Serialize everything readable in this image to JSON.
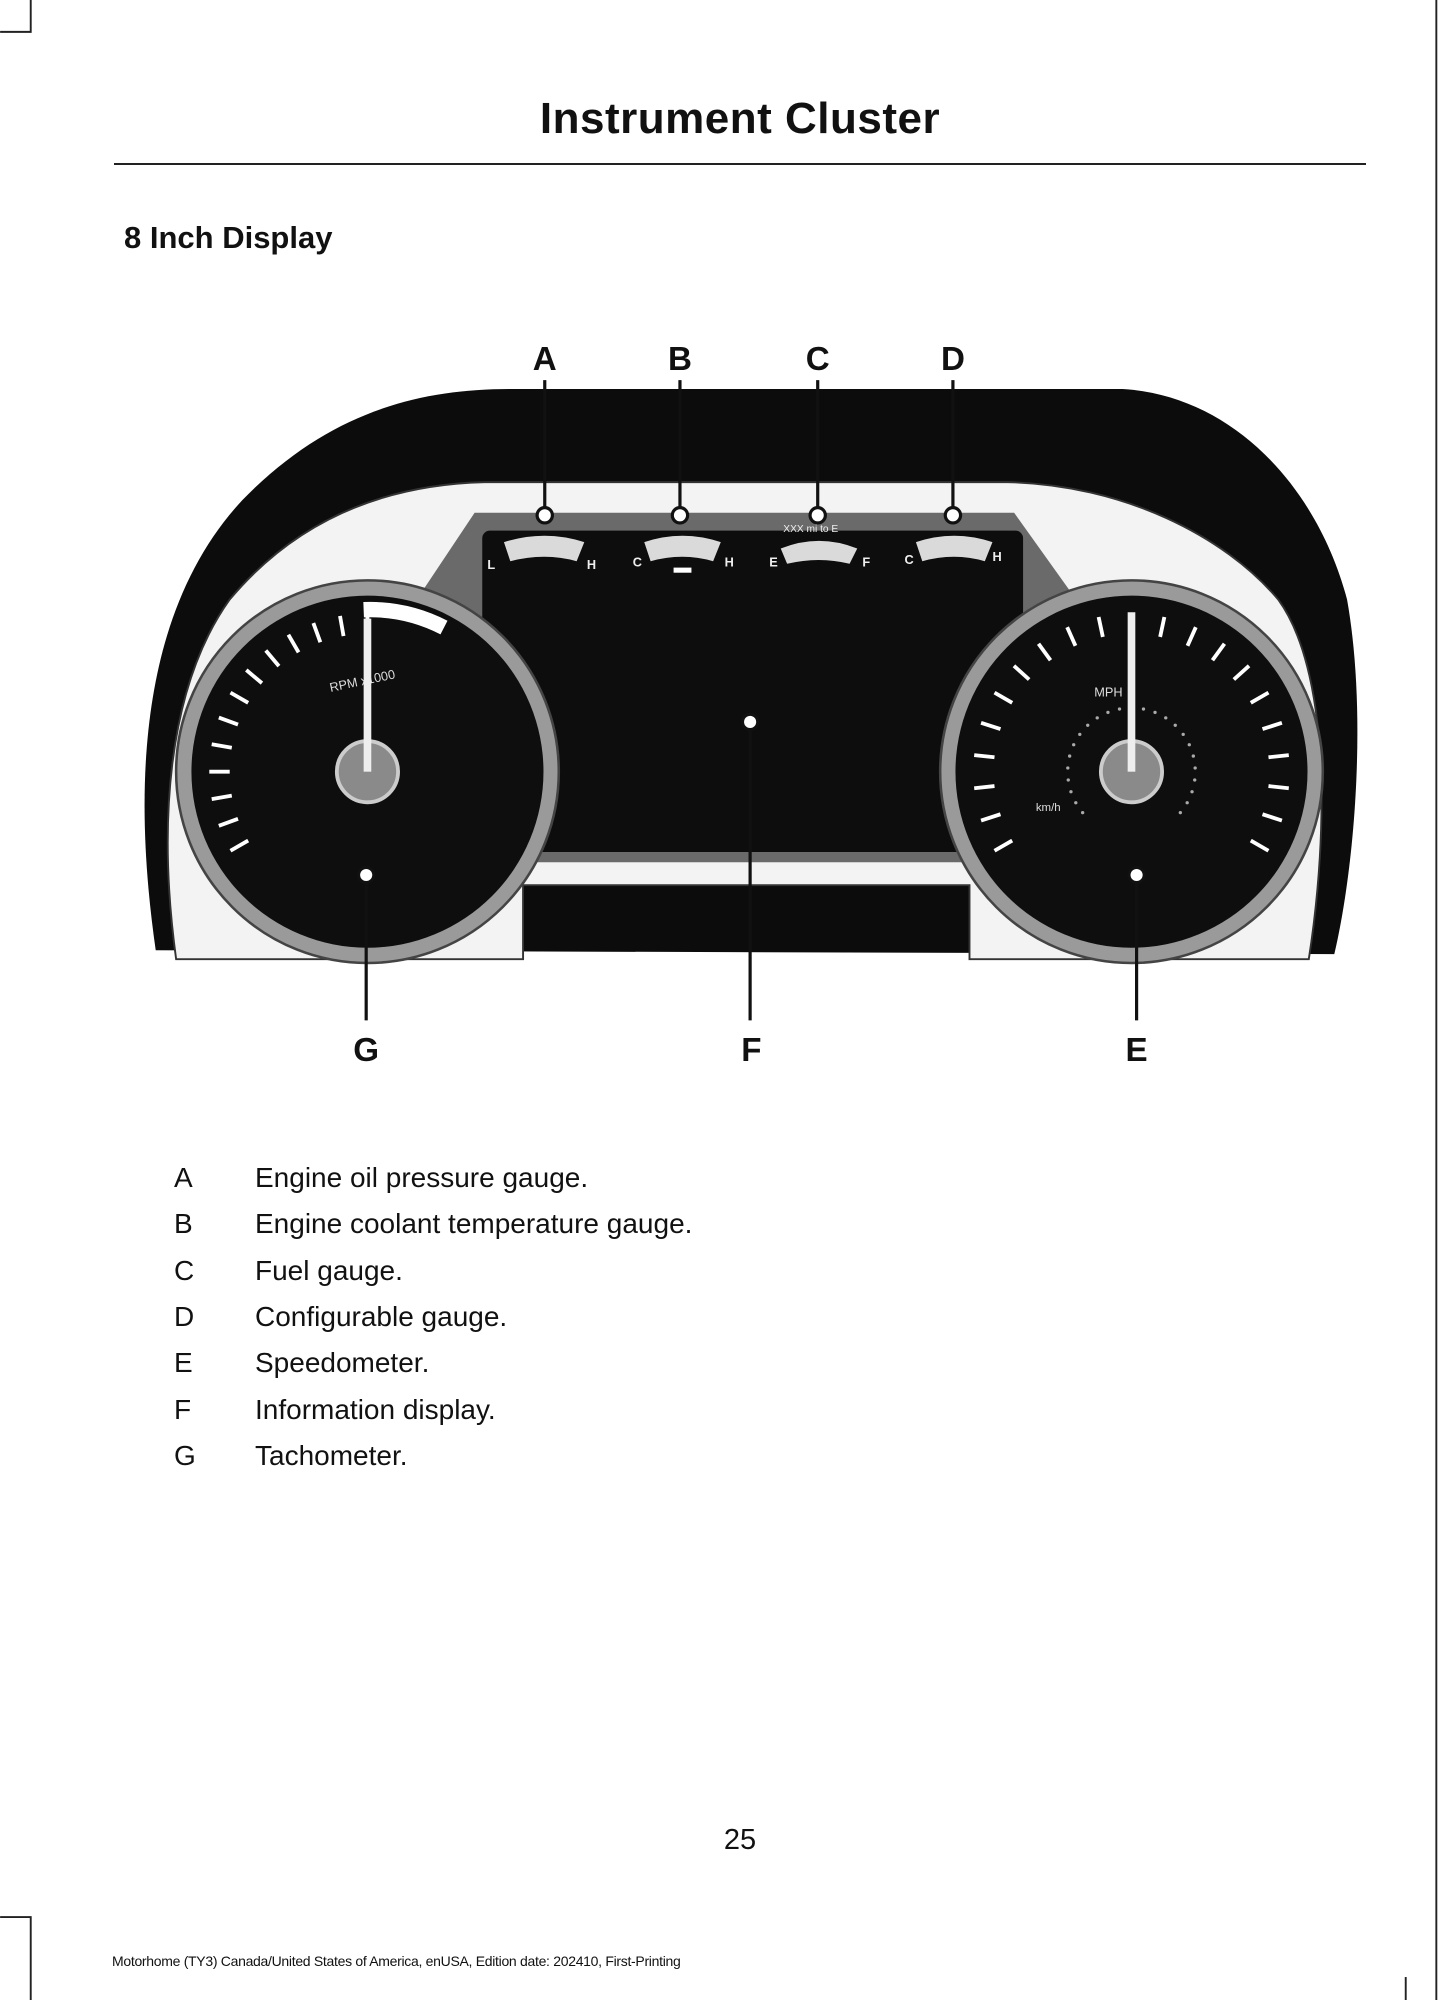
{
  "header": {
    "title": "Instrument Cluster"
  },
  "section": {
    "title": "8 Inch Display"
  },
  "diagram": {
    "callouts": [
      "A",
      "B",
      "C",
      "D",
      "E",
      "F",
      "G"
    ],
    "gauge_a": {
      "low": "L",
      "high": "H"
    },
    "gauge_b": {
      "low": "C",
      "high": "H"
    },
    "gauge_c": {
      "low": "E",
      "high": "F",
      "range": "XXX mi to E"
    },
    "gauge_d": {
      "low": "C",
      "high": "H"
    },
    "tachometer_label": "RPM x1000",
    "speedometer_label": "MPH",
    "speedometer_sub_label": "km/h"
  },
  "legend": [
    {
      "letter": "A",
      "text": "Engine oil pressure gauge."
    },
    {
      "letter": "B",
      "text": "Engine coolant temperature gauge."
    },
    {
      "letter": "C",
      "text": "Fuel gauge."
    },
    {
      "letter": "D",
      "text": "Configurable gauge."
    },
    {
      "letter": "E",
      "text": "Speedometer."
    },
    {
      "letter": "F",
      "text": "Information display."
    },
    {
      "letter": "G",
      "text": "Tachometer."
    }
  ],
  "page_number": "25",
  "footer": "Motorhome (TY3) Canada/United States of America, enUSA, Edition date: 202410, First-Printing"
}
